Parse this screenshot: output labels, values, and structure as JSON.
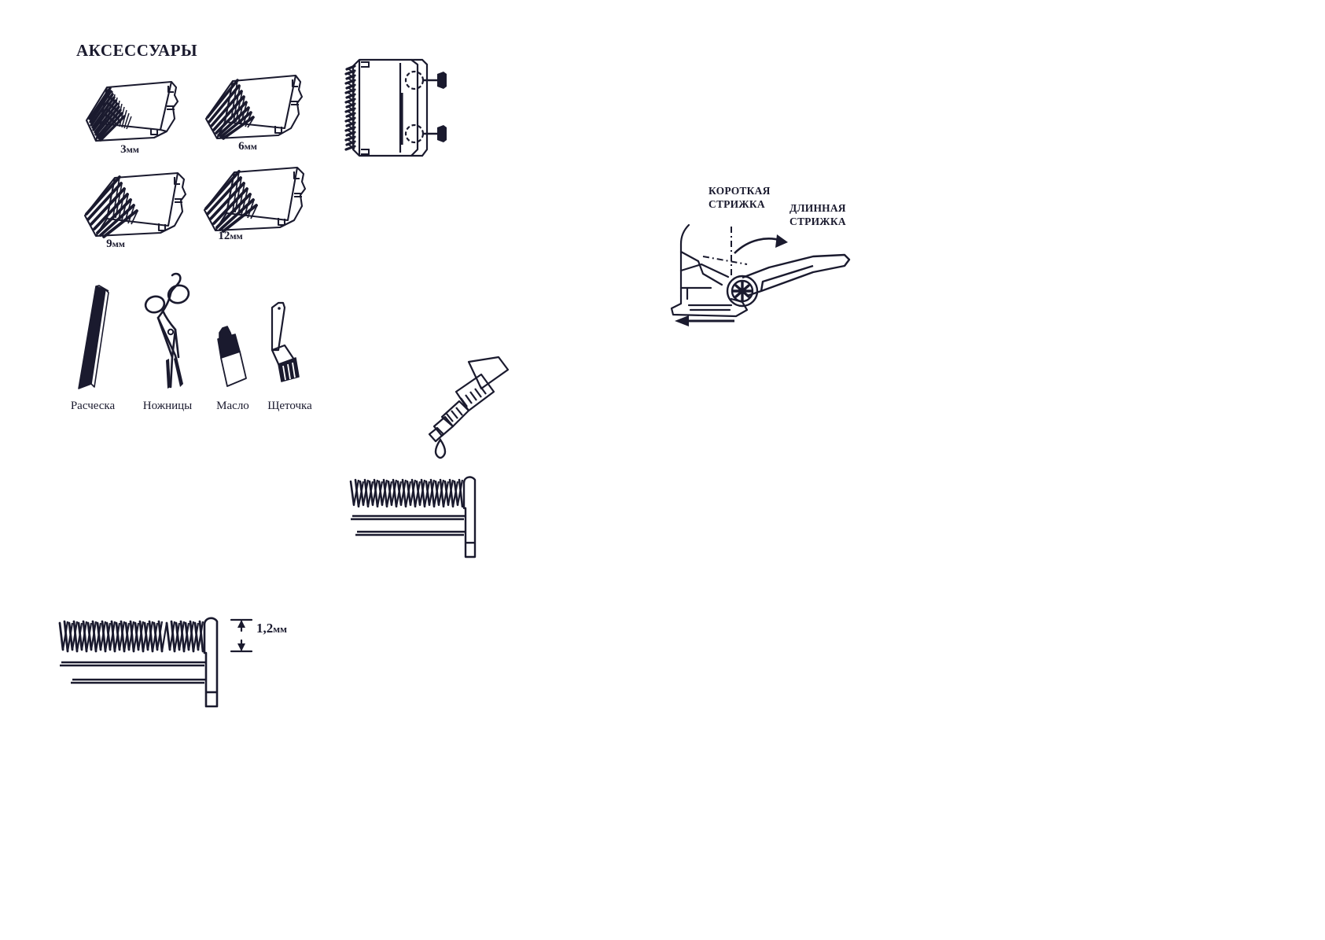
{
  "page": {
    "section_title": "АКСЕССУАРЫ",
    "ink_color": "#1a1a2e",
    "background": "#ffffff"
  },
  "comb_attachments": {
    "items": [
      {
        "label": "3",
        "unit": "мм",
        "icon": "comb-guard-icon",
        "teeth": 10
      },
      {
        "label": "6",
        "unit": "мм",
        "icon": "comb-guard-icon",
        "teeth": 8
      },
      {
        "label": "9",
        "unit": "мм",
        "icon": "comb-guard-icon",
        "teeth": 7
      },
      {
        "label": "12",
        "unit": "мм",
        "icon": "comb-guard-icon",
        "teeth": 7
      }
    ]
  },
  "tools": {
    "items": [
      {
        "label": "Расческа",
        "icon": "hair-comb-icon"
      },
      {
        "label": "Ножницы",
        "icon": "scissors-icon"
      },
      {
        "label": "Масло",
        "icon": "oil-bottle-icon"
      },
      {
        "label": "Щеточка",
        "icon": "cleaning-brush-icon"
      }
    ]
  },
  "blade_assembly": {
    "icon": "clipper-blade-assembly-icon",
    "screw_count": 2
  },
  "oiling": {
    "icon": "oil-bottle-dropper-icon",
    "drop_icon": "oil-drop-icon"
  },
  "blade_top_view": {
    "icon": "clipper-blade-top-view-icon"
  },
  "lever_diagram": {
    "short_cut_label": "КОРОТКАЯ\nСТРИЖКА",
    "long_cut_label": "ДЛИННАЯ\nСТРИЖКА",
    "icon": "clipper-lever-adjustment-icon",
    "rotate_arrow_icon": "curved-arrow-icon",
    "direction_arrow_icon": "left-arrow-icon"
  },
  "blade_gap_diagram": {
    "icon": "clipper-blade-gap-icon",
    "measurement": "1,2",
    "measurement_unit": "мм",
    "dimension_arrow_icon": "dimension-arrow-icon"
  }
}
